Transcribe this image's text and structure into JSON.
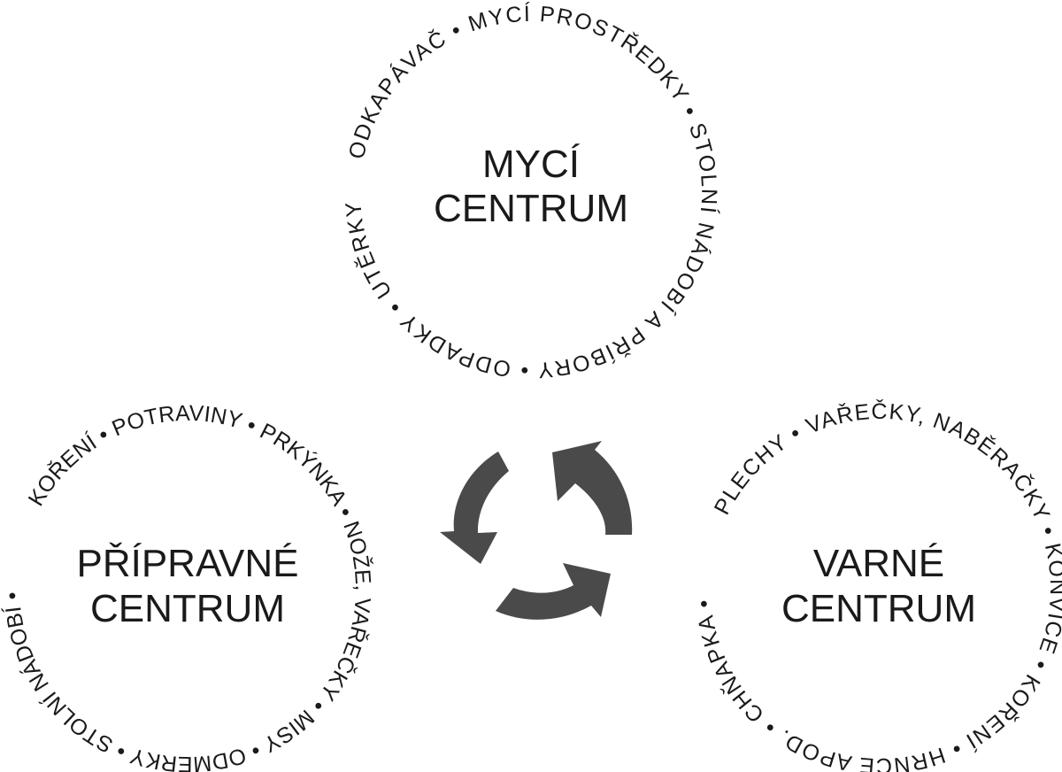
{
  "centers": [
    {
      "id": "myci",
      "title_lines": [
        "MYCÍ",
        "CENTRUM"
      ],
      "ring_items": [
        "ODKAPÁVAČ",
        "MYCÍ PROSTŘEDKY",
        "STOLNÍ NÁDOBÍ A PŘÍBORY",
        "ODPADKY",
        "UTĚRKY"
      ]
    },
    {
      "id": "pripravne",
      "title_lines": [
        "PŘÍPRAVNÉ",
        "CENTRUM"
      ],
      "ring_items": [
        "KOŘENÍ",
        "POTRAVINY",
        "PRKÝNKA",
        "NOŽE, VAŘEČKY",
        "MISY",
        "ODMĚRKY",
        "STOLNÍ NÁDOBÍ"
      ]
    },
    {
      "id": "varne",
      "title_lines": [
        "VARNÉ",
        "CENTRUM"
      ],
      "ring_items": [
        "PLECHY",
        "VAŘEČKY, NABĚRAČKY",
        "KONVICE",
        "KOŘENÍ",
        "HRNCE APOD.",
        "CHŇAPKA"
      ]
    }
  ],
  "colors": {
    "text": "#1a1a1a",
    "arrows": "#4a4a4a",
    "background": "#ffffff"
  },
  "cycle_icon": "three-arrow-cycle-icon"
}
